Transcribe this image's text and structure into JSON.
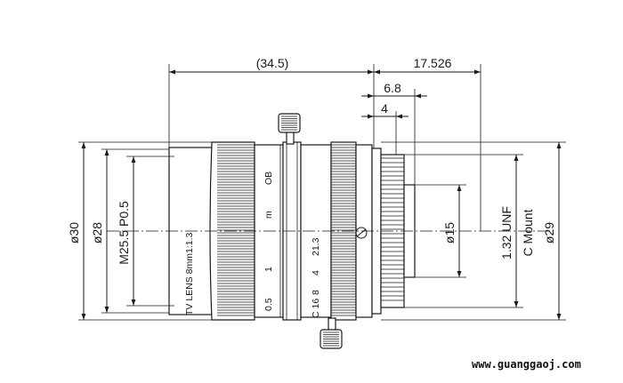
{
  "dimensions": {
    "overall_length": "(34.5)",
    "flange_back": "17.526",
    "rear_6_8": "6.8",
    "rear_4": "4",
    "dia_30": "ø30",
    "dia_28": "ø28",
    "filter_thread": "M25.5 P0.5",
    "dia_15": "ø15",
    "mount_thread": "1.32 UNF",
    "mount_type": "C Mount",
    "dia_29": "ø29"
  },
  "engravings": {
    "lens_name": "TV LENS 8mm1:1.3",
    "focus_scale": [
      "OB",
      "m",
      "1",
      "0.5"
    ],
    "iris_scale": [
      "21.3",
      "4",
      "8",
      "C 16"
    ]
  },
  "watermark": "www.guanggaoj.com"
}
